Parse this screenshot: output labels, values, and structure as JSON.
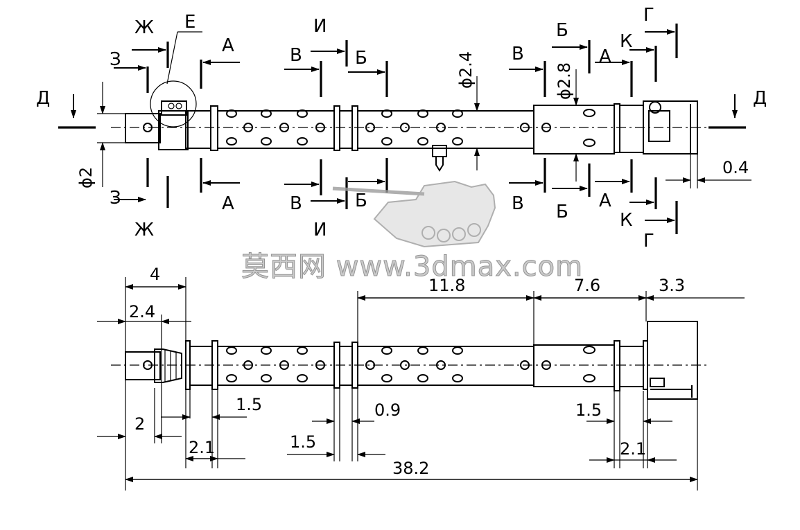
{
  "section_letters": {
    "zh_top": "Ж",
    "e": "Е",
    "z_top": "З",
    "a_top": "А",
    "i_top": "И",
    "v_top_left": "В",
    "b_top_left": "Б",
    "v_top_right": "В",
    "b_top_right": "Б",
    "k_top": "К",
    "a_top_right": "А",
    "g_top": "Г",
    "d_left": "Д",
    "d_right": "Д",
    "z_bottom": "З",
    "zh_bottom": "Ж",
    "a_bottom": "А",
    "i_bottom": "И",
    "v_bottom_left": "В",
    "b_bottom_left": "Б",
    "v_bottom_right": "В",
    "b_bottom_right": "Б",
    "a_bottom_right": "А",
    "k_bottom": "К",
    "g_bottom": "Г"
  },
  "top_view_dims": {
    "phi2": "ϕ2",
    "phi24": "ϕ2.4",
    "phi28": "ϕ2.8",
    "d04": "0.4"
  },
  "side_view_dims": {
    "d4": "4",
    "d24": "2.4",
    "d118": "11.8",
    "d76": "7.6",
    "d33": "3.3",
    "d15_left": "1.5",
    "d09": "0.9",
    "d2": "2",
    "d21_left": "2.1",
    "d15_mid": "1.5",
    "d15_right": "1.5",
    "d21_right": "2.1",
    "d382": "38.2"
  },
  "watermark": {
    "text": "莫西网 www.3dmax.com"
  }
}
